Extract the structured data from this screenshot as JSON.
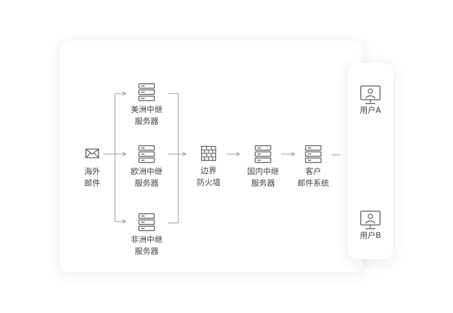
{
  "diagram": {
    "nodes": {
      "overseas_mail": {
        "line1": "海外",
        "line2": "邮件"
      },
      "relay_america": {
        "line1": "美洲中继",
        "line2": "服务器"
      },
      "relay_europe": {
        "line1": "欧洲中继",
        "line2": "服务器"
      },
      "relay_africa": {
        "line1": "非洲中继",
        "line2": "服务器"
      },
      "border_firewall": {
        "line1": "边界",
        "line2": "防火墙"
      },
      "domestic_relay": {
        "line1": "国内中继",
        "line2": "服务器"
      },
      "client_mail": {
        "line1": "客户",
        "line2": "邮件系统"
      },
      "user_a": {
        "label": "用户A"
      },
      "user_b": {
        "label": "用户B"
      }
    },
    "colors": {
      "line": "#999999",
      "icon": "#555555",
      "text": "#444444"
    }
  }
}
